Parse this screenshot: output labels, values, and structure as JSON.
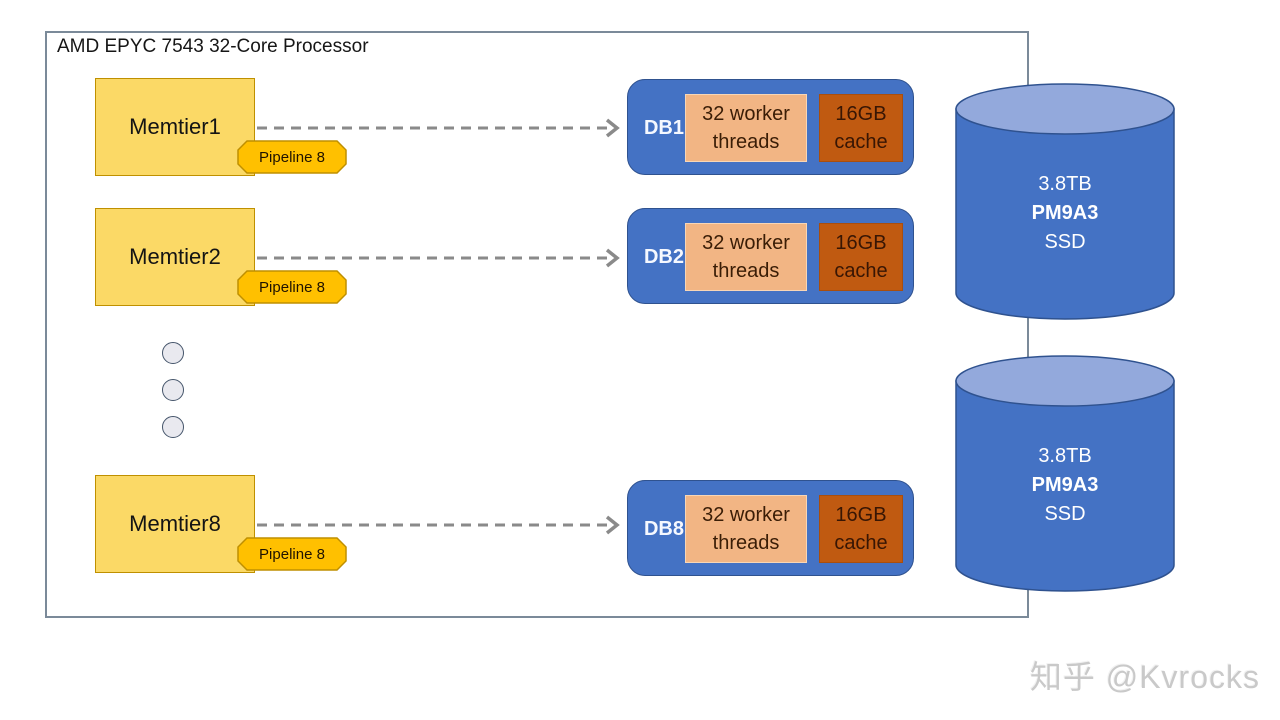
{
  "diagram": {
    "title": "AMD EPYC 7543 32-Core Processor",
    "rows": [
      {
        "memtier": "Memtier1",
        "pipeline": "Pipeline 8",
        "db": "DB1",
        "worker": [
          "32 worker",
          "threads"
        ],
        "cache": [
          "16GB",
          "cache"
        ]
      },
      {
        "memtier": "Memtier2",
        "pipeline": "Pipeline 8",
        "db": "DB2",
        "worker": [
          "32 worker",
          "threads"
        ],
        "cache": [
          "16GB",
          "cache"
        ]
      },
      {
        "memtier": "Memtier8",
        "pipeline": "Pipeline 8",
        "db": "DB8",
        "worker": [
          "32 worker",
          "threads"
        ],
        "cache": [
          "16GB",
          "cache"
        ]
      }
    ],
    "ellipsis_dots": 3,
    "ssds": [
      {
        "capacity": "3.8TB",
        "model": "PM9A3",
        "type": "SSD"
      },
      {
        "capacity": "3.8TB",
        "model": "PM9A3",
        "type": "SSD"
      }
    ],
    "colors": {
      "frame_border": "#7b8a99",
      "memtier_fill": "#FBD966",
      "memtier_border": "#BF9000",
      "badge_fill": "#FFC000",
      "badge_border": "#BF8F00",
      "db_fill": "#4472C4",
      "db_border": "#2F528F",
      "worker_fill": "#F2B584",
      "cache_fill": "#C05A11",
      "cylinder_body": "#4472C4",
      "cylinder_top": "#93A9DC",
      "arrow": "#8A8A8A"
    },
    "watermark": "知乎 @Kvrocks"
  }
}
